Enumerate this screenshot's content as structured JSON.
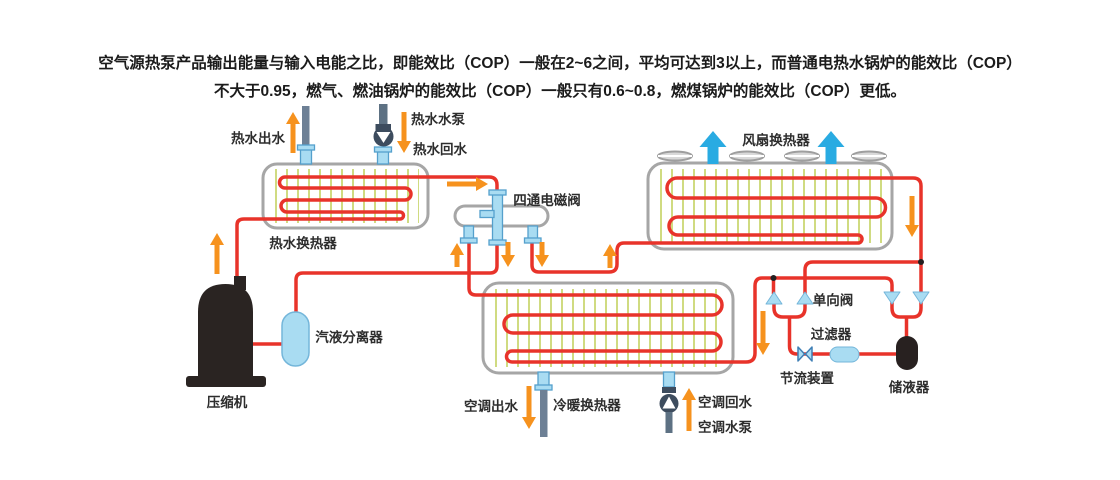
{
  "title": {
    "line1": "空气源热泵产品输出能量与输入电能之比，即能效比（COP）一般在2~6之间，平均可达到3以上，而普通电热水锅炉的能效比（COP）",
    "line2": "不大于0.95，燃气、燃油锅炉的能效比（COP）一般只有0.6~0.8，燃煤锅炉的能效比（COP）更低。"
  },
  "labels": {
    "hot_water_out": "热水出水",
    "hot_water_pump": "热水水泵",
    "hot_water_return": "热水回水",
    "hot_water_hx": "热水换热器",
    "four_way_valve": "四通电磁阀",
    "fan_hx": "风扇换热器",
    "check_valve": "单向阀",
    "filter": "过滤器",
    "throttle": "节流装置",
    "receiver": "储液器",
    "separator": "汽液分离器",
    "compressor": "压缩机",
    "ac_out": "空调出水",
    "ac_hx": "冷暖换热器",
    "ac_return": "空调回水",
    "ac_pump": "空调水泵"
  },
  "colors": {
    "refrigerant_pipe_red": "#e8332a",
    "flow_arrow_orange": "#f6921e",
    "air_arrow_blue": "#29abe2",
    "component_light_blue": "#a9dcf2",
    "metal_dark": "#2a2422",
    "fin_green": "#cdd97a",
    "housing_gray": "#a6a6a6",
    "water_pipe_slate": "#6d8095"
  }
}
